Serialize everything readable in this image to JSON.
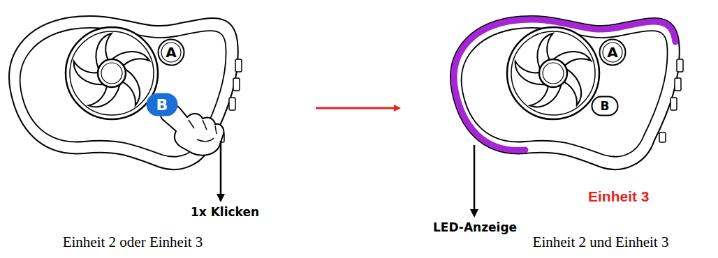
{
  "diagram": {
    "nodes": [
      {
        "text": [
          "A"
        ]
      },
      {
        "text": [
          "B"
        ]
      },
      {
        "text": [
          "A"
        ]
      },
      {
        "text": [
          "B"
        ]
      }
    ],
    "labels": [
      "1x Klicken",
      "LED-Anzeige",
      "Einheit 3",
      "Einheit 2 oder Einheit 3",
      "Einheit 2 und Einheit 3"
    ]
  }
}
